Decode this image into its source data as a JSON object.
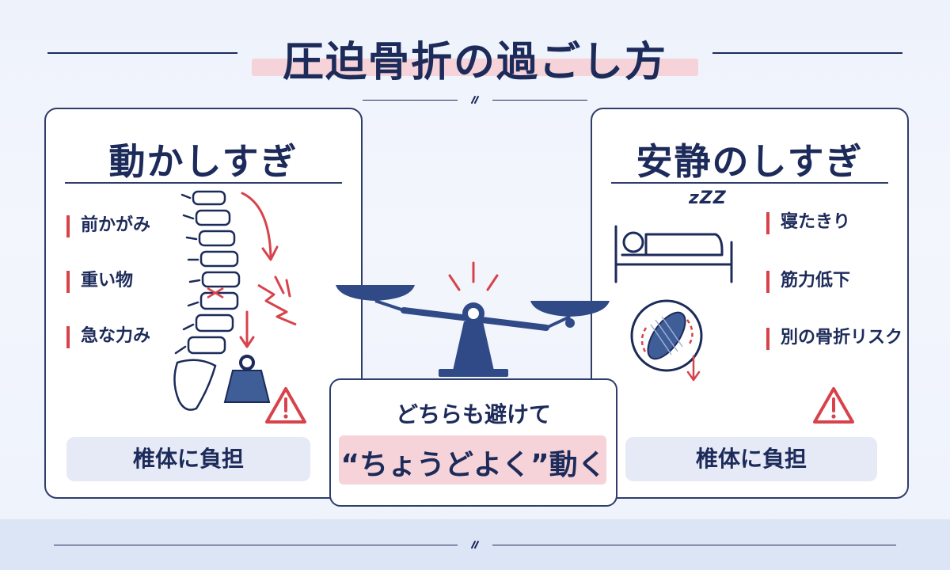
{
  "title": "圧迫骨折の過ごし方",
  "left_panel": {
    "heading": "動かしすぎ",
    "items": [
      "前かがみ",
      "重い物",
      "急な力み"
    ],
    "burden": "椎体に負担"
  },
  "right_panel": {
    "heading": "安静のしすぎ",
    "items": [
      "寝たきり",
      "筋力低下",
      "別の骨折リスク"
    ],
    "burden": "椎体に負担",
    "sleep_text": "zZZ"
  },
  "center": {
    "line1": "どちらも避けて",
    "line2": "“ちょうどよく”動く"
  },
  "colors": {
    "navy": "#1d2b5a",
    "accent_red": "#d8434b",
    "highlight_pink": "#f6d3d8",
    "burden_bg": "#e6eaf6",
    "scale_blue": "#2f4a86"
  },
  "icons": [
    "spine-icon",
    "weight-icon",
    "pain-burst-icon",
    "warning-icon",
    "scale-icon",
    "bed-icon",
    "muscle-icon",
    "divider-icon"
  ]
}
